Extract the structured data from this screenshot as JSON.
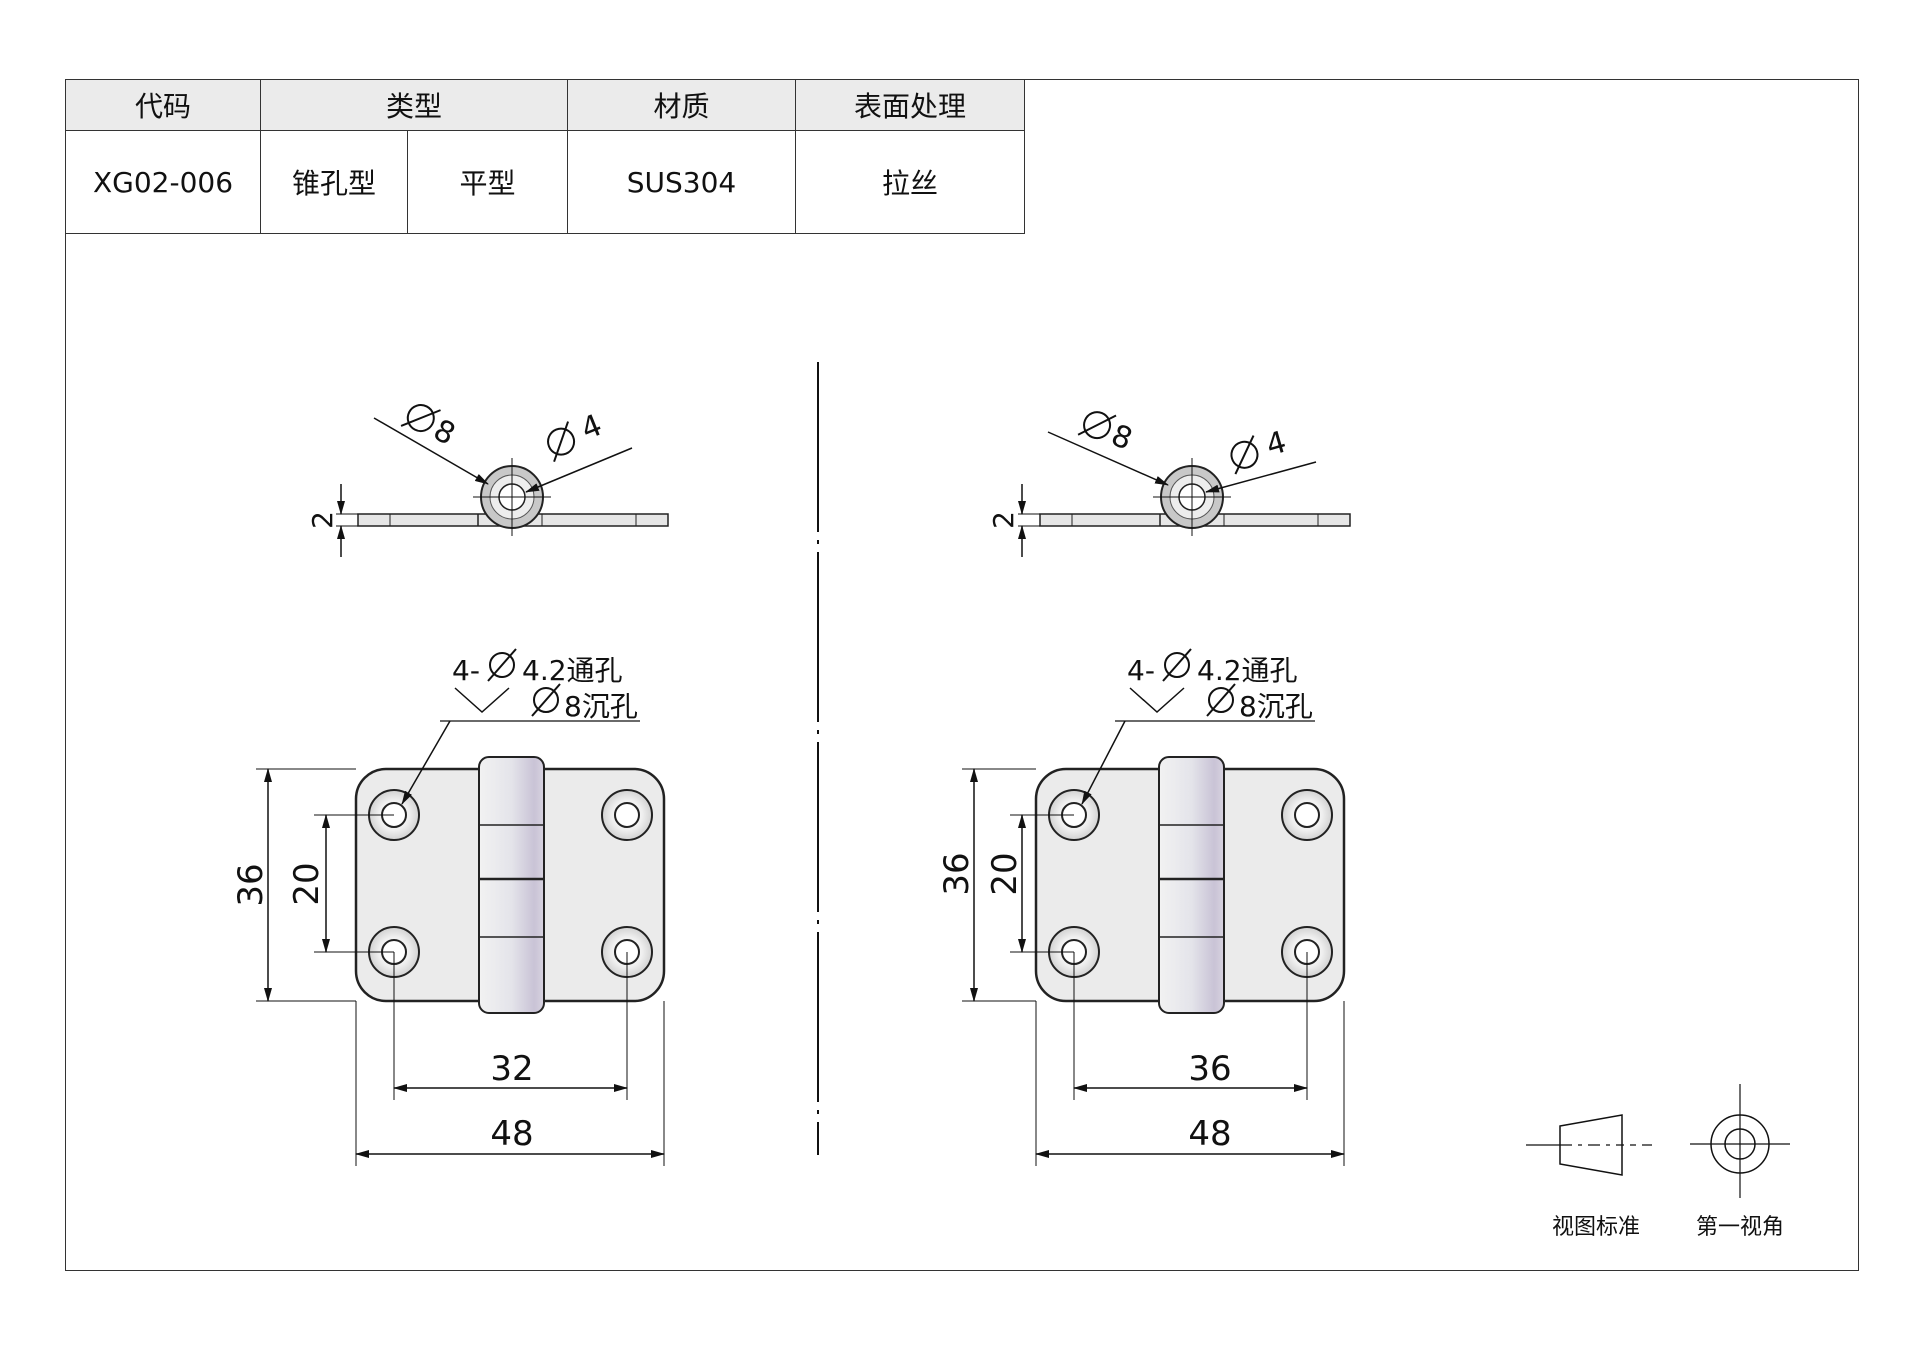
{
  "spec_table": {
    "headers": [
      "代码",
      "类型",
      "材质",
      "表面处理"
    ],
    "values": {
      "code": "XG02-006",
      "type_1": "锥孔型",
      "type_2": "平型",
      "material": "SUS304",
      "surface": "拉丝"
    }
  },
  "left_view": {
    "side": {
      "outer_dia": "8",
      "inner_dia": "4",
      "thickness": "2"
    },
    "front": {
      "hole_note": "4-",
      "hole_dia": "4.2通孔",
      "counterbore": "8沉孔",
      "height": "36",
      "hole_pitch_v": "20",
      "hole_pitch_h": "32",
      "width": "48"
    }
  },
  "right_view": {
    "side": {
      "outer_dia": "8",
      "inner_dia": "4",
      "thickness": "2"
    },
    "front": {
      "hole_note": "4-",
      "hole_dia": "4.2通孔",
      "counterbore": "8沉孔",
      "height": "36",
      "hole_pitch_v": "20",
      "hole_pitch_h": "36",
      "width": "48"
    }
  },
  "legend": {
    "view_standard": "视图标准",
    "first_angle": "第一视角"
  }
}
